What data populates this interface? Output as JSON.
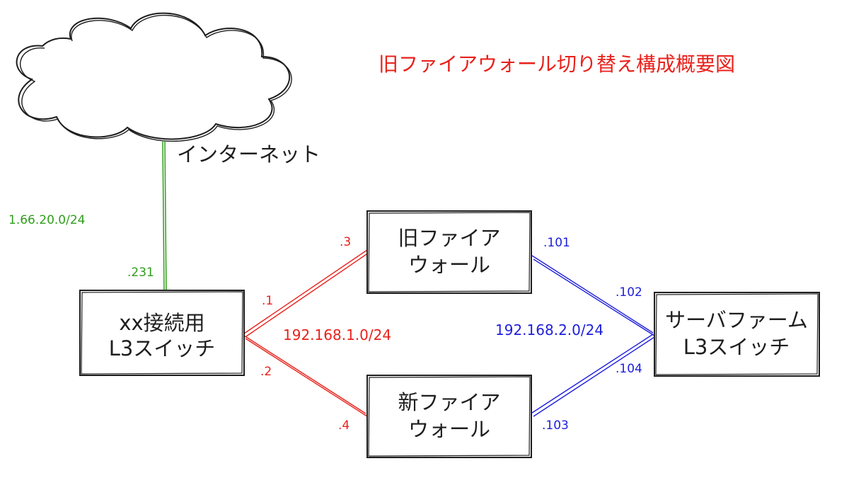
{
  "title": "旧ファイアウォール切り替え構成概要図",
  "internet": {
    "label": "インターネット"
  },
  "nodes": {
    "xx_switch": {
      "line1": "xx接続用",
      "line2": "L3スイッチ"
    },
    "old_fw": {
      "line1": "旧ファイア",
      "line2": "ウォール"
    },
    "new_fw": {
      "line1": "新ファイア",
      "line2": "ウォール"
    },
    "server_switch": {
      "line1": "サーバファーム",
      "line2": "L3スイッチ"
    }
  },
  "networks": {
    "internet_side": "1.66.20.0/24",
    "lan1": "192.168.1.0/24",
    "lan2": "192.168.2.0/24"
  },
  "addresses": {
    "xx_internet": ".231",
    "xx_to_old": ".1",
    "xx_to_new": ".2",
    "old_left": ".3",
    "new_left": ".4",
    "old_right": ".101",
    "server_old": ".102",
    "new_right": ".103",
    "server_new": ".104"
  },
  "colors": {
    "title": "#e8211b",
    "internet_link": "#2f9e1a",
    "lan1_link": "#e8211b",
    "lan2_link": "#1e1edc",
    "stroke": "#1e1e1e"
  }
}
